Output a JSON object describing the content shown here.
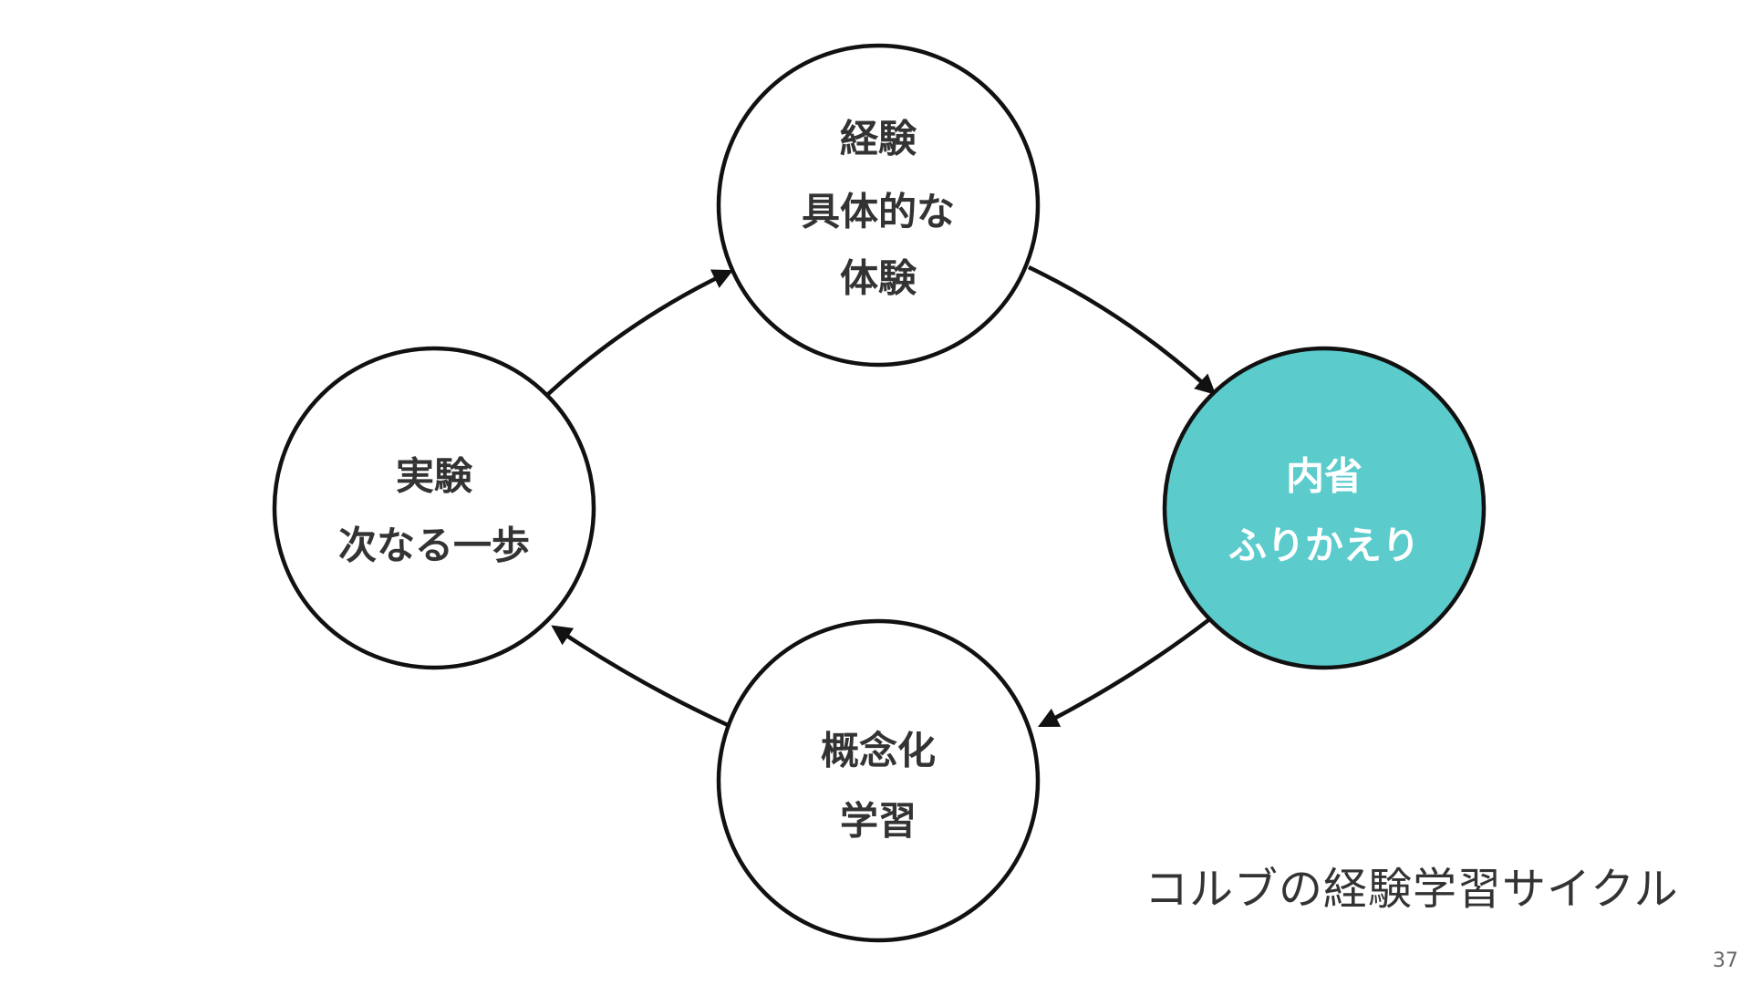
{
  "colors": {
    "highlight_fill": "#5BCBCB",
    "highlight_text": "#ffffff",
    "node_fill": "#ffffff",
    "node_text": "#333333",
    "stroke": "#111111"
  },
  "nodes": [
    {
      "id": "experience",
      "lines": [
        "経験",
        "具体的な",
        "体験"
      ],
      "highlighted": false
    },
    {
      "id": "reflection",
      "lines": [
        "内省",
        "ふりかえり"
      ],
      "highlighted": true
    },
    {
      "id": "conceptualization",
      "lines": [
        "概念化",
        "学習"
      ],
      "highlighted": false
    },
    {
      "id": "experiment",
      "lines": [
        "実験",
        "次なる一歩"
      ],
      "highlighted": false
    }
  ],
  "caption": "コルブの経験学習サイクル",
  "page_number": "37"
}
